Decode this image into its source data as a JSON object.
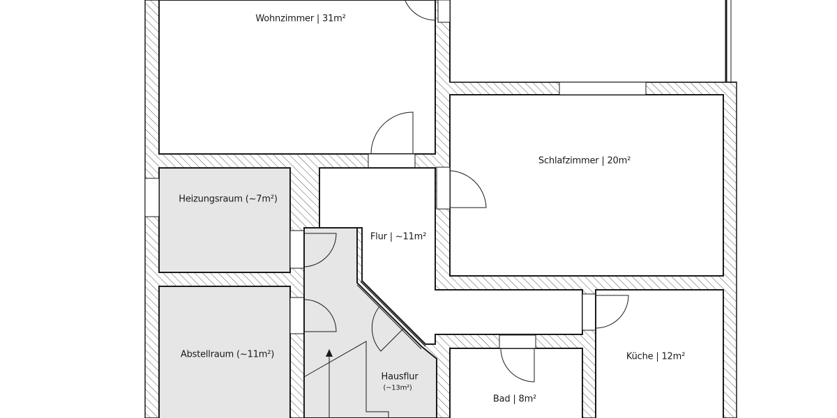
{
  "plan": {
    "colors": {
      "wall_outline": "#1a1a1a",
      "hatch": "#555555",
      "gray_room": "#e6e6e6",
      "white_room": "#ffffff"
    },
    "rooms": [
      {
        "id": "wohnzimmer",
        "label": "Wohnzimmer | 31m²"
      },
      {
        "id": "schlafzimmer",
        "label": "Schlafzimmer | 20m²"
      },
      {
        "id": "heizungsraum",
        "label": "Heizungsraum (~7m²)"
      },
      {
        "id": "flur",
        "label": "Flur | ~11m²"
      },
      {
        "id": "abstellraum",
        "label": "Abstellraum (~11m²)"
      },
      {
        "id": "hausflur",
        "label": "Hausflur",
        "sub": "(~13m²)"
      },
      {
        "id": "kueche",
        "label": "Küche | 12m²"
      },
      {
        "id": "bad",
        "label": "Bad | 8m²"
      }
    ]
  }
}
